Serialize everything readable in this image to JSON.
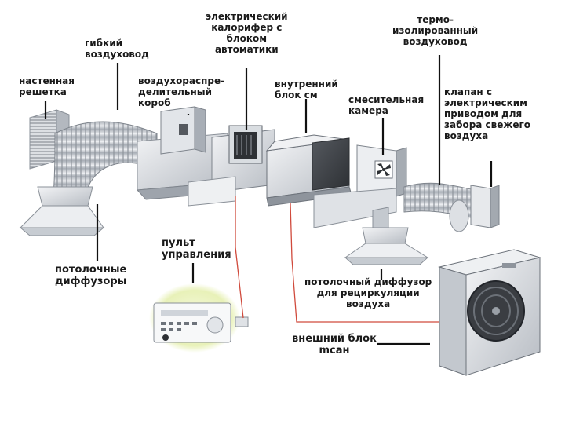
{
  "labels": {
    "wall_grille": "настенная\nрешетка",
    "flex_duct": "гибкий\nвоздуховод",
    "dist_box": "воздухораспре-\nделительный\nкороб",
    "heater": "электрический\nкалорифер с\nблоком\nавтоматики",
    "insulated_duct": "термо-\nизолированный\nвоздуховод",
    "indoor_unit": "внутренний\nблок см",
    "mixing_chamber": "смесительная\nкамера",
    "fresh_air_valve": "клапан с\nэлектрическим\nприводом для\nзабора свежего\nвоздуха",
    "ceiling_diffusers": "потолочные\nдиффузоры",
    "remote": "пульт\nуправления",
    "recirc_diffuser": "потолочный диффузор\nдля рециркуляции\nвоздуха",
    "outdoor_unit": "внешний блок\nmcан"
  },
  "colors": {
    "leader": "#111111",
    "wire": "#d04a3c",
    "metal_light": "#e9ebee",
    "metal_mid": "#b8bdc4",
    "metal_dark": "#6d737b",
    "unit_dark": "#3c3f44",
    "remote_glow": "#eef5c9"
  }
}
